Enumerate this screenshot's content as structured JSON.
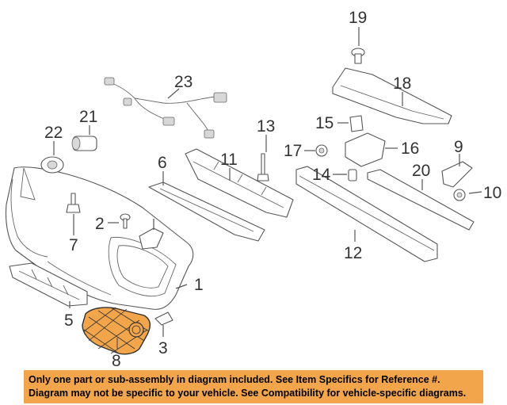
{
  "diagram": {
    "callouts": {
      "c1": "1",
      "c2": "2",
      "c3": "3",
      "c5": "5",
      "c6": "6",
      "c7": "7",
      "c8": "8",
      "c9": "9",
      "c10": "10",
      "c11": "11",
      "c12": "12",
      "c13": "13",
      "c14": "14",
      "c15": "15",
      "c16": "16",
      "c17": "17",
      "c18": "18",
      "c19": "19",
      "c20": "20",
      "c21": "21",
      "c22": "22",
      "c23": "23"
    },
    "highlight_color": "#f2a54a",
    "highlighted_part": "8"
  },
  "notice": {
    "line1": "Only one part or sub-assembly in diagram included. See Item Specifics for Reference #.",
    "line2": "Diagram may not be specific to your vehicle. See Compatibility for vehicle-specific diagrams.",
    "background": "#f2a54a"
  }
}
